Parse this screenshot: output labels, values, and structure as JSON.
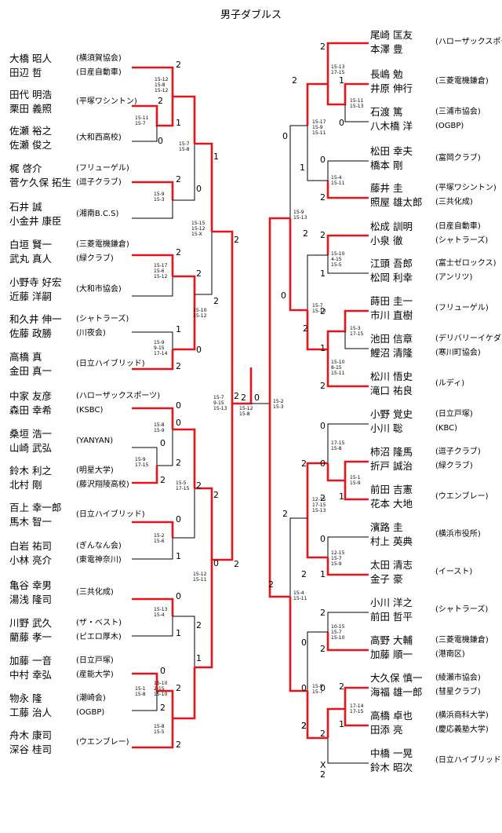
{
  "title": "男子ダブルス",
  "left": [
    {
      "p1": "大橋 昭人",
      "p2": "田辺 哲",
      "aff1": "(横須賀協会)",
      "aff2": "(日産自動車)"
    },
    {
      "p1": "田代 明浩",
      "p2": "栗田 義照",
      "aff": "(平塚ワシントン)"
    },
    {
      "p1": "佐瀬 裕之",
      "p2": "佐瀬 俊之",
      "aff": "(大和西高校)"
    },
    {
      "p1": "梶 啓介",
      "p2": "菅ケ久保 拓生",
      "aff1": "(フリューゲル)",
      "aff2": "(逗子クラブ)"
    },
    {
      "p1": "石井 誠",
      "p2": "小金井 康臣",
      "aff": "(湘南B.C.S)"
    },
    {
      "p1": "白垣 賢一",
      "p2": "武丸 真人",
      "aff1": "(三菱電機鎌倉)",
      "aff2": "(緑クラブ)"
    },
    {
      "p1": "小野寺 好宏",
      "p2": "近藤 洋嗣",
      "aff": "(大和市協会)"
    },
    {
      "p1": "和久井 伸一",
      "p2": "佐藤 政勝",
      "aff1": "(シャトラーズ)",
      "aff2": "(川夜会)"
    },
    {
      "p1": "高橋 真",
      "p2": "金田 真一",
      "aff": "(日立ハイブリッド)"
    },
    {
      "p1": "中家 友彦",
      "p2": "森田 幸希",
      "aff1": "(ハローザックスポーツ)",
      "aff2": "(KSBC)"
    },
    {
      "p1": "桑垣 浩一",
      "p2": "山崎 武弘",
      "aff": "(YANYAN)"
    },
    {
      "p1": "鈴木 利之",
      "p2": "北村 剛",
      "aff1": "(明星大学)",
      "aff2": "(藤沢翔陵高校)"
    },
    {
      "p1": "百上 幸一郎",
      "p2": "馬木 智一",
      "aff": "(日立ハイブリッド)"
    },
    {
      "p1": "白岩 祐司",
      "p2": "小林 亮介",
      "aff1": "(ぎんなん会)",
      "aff2": "(東電神奈川)"
    },
    {
      "p1": "亀谷 幸男",
      "p2": "湯浅 隆司",
      "aff": "(三共化成)"
    },
    {
      "p1": "川野 武久",
      "p2": "藺藤 孝一",
      "aff1": "(ザ・ベスト)",
      "aff2": "(ピエロ厚木)"
    },
    {
      "p1": "加藤 一音",
      "p2": "中村 幸弘",
      "aff1": "(日立戸塚)",
      "aff2": "(産能大学)"
    },
    {
      "p1": "物永 隆",
      "p2": "工藤 治人",
      "aff1": "(潮崎会)",
      "aff2": "(OGBP)"
    },
    {
      "p1": "舟木 康司",
      "p2": "深谷 桂司",
      "aff": "(ウエンブレー)"
    }
  ],
  "right": [
    {
      "p1": "尾崎 匡友",
      "p2": "本澤 豊",
      "aff": "(ハローザックスポーツ)"
    },
    {
      "p1": "長嶋 勉",
      "p2": "井原 伸行",
      "aff": "(三菱電機鎌倉)"
    },
    {
      "p1": "石渡 篤",
      "p2": "八木橋 洋",
      "aff1": "(三浦市協会)",
      "aff2": "(OGBP)"
    },
    {
      "p1": "松田 幸夫",
      "p2": "橋本 剛",
      "aff": "(富岡クラブ)"
    },
    {
      "p1": "藤井 圭",
      "p2": "照屋 雄太郎",
      "aff1": "(平塚ワシントン)",
      "aff2": "(三共化成)"
    },
    {
      "p1": "松成 訓明",
      "p2": "小泉 徹",
      "aff1": "(日産自動車)",
      "aff2": "(シャトラーズ)"
    },
    {
      "p1": "江頭 吾郎",
      "p2": "松岡 利幸",
      "aff1": "(富士ゼロックス)",
      "aff2": "(アンリツ)"
    },
    {
      "p1": "蒔田 圭一",
      "p2": "市川 直樹",
      "aff": "(フリューゲル)"
    },
    {
      "p1": "池田 信章",
      "p2": "鯉沼 清隆",
      "aff1": "(デリバリーイケダ)",
      "aff2": "(寒川町協会)"
    },
    {
      "p1": "松川 悟史",
      "p2": "滝口 祐良",
      "aff": "(ルディ)"
    },
    {
      "p1": "小野 覚史",
      "p2": "小川 聡",
      "aff1": "(日立戸塚)",
      "aff2": "(KBC)"
    },
    {
      "p1": "柿沼 隆馬",
      "p2": "折戸 誠治",
      "aff1": "(逗子クラブ)",
      "aff2": "(緑クラブ)"
    },
    {
      "p1": "前田 吉憲",
      "p2": "花本 大地",
      "aff": "(ウエンブレー)"
    },
    {
      "p1": "濱路 圭",
      "p2": "村上 英典",
      "aff": "(横浜市役所)"
    },
    {
      "p1": "太田 清志",
      "p2": "金子 豪",
      "aff": "(イースト)"
    },
    {
      "p1": "小川 洋之",
      "p2": "前田 哲平",
      "aff": "(シャトラーズ)"
    },
    {
      "p1": "高野 大輔",
      "p2": "加藤 順一",
      "aff1": "(三菱電機鎌倉)",
      "aff2": "(港南区)"
    },
    {
      "p1": "大久保 慎一",
      "p2": "海福 雄一郎",
      "aff1": "(綾瀬市協会)",
      "aff2": "(彗星クラブ)"
    },
    {
      "p1": "高橋 卓也",
      "p2": "田添 亮",
      "aff1": "(横浜商科大学)",
      "aff2": "(慶応義塾大学)"
    },
    {
      "p1": "中橋 一晃",
      "p2": "鈴木 昭次",
      "aff": "(日立ハイブリッド)"
    }
  ],
  "left_nums": {
    "l0": "2",
    "l1": "2",
    "l2": "1",
    "l3": "0",
    "l4": "2",
    "l5": "0",
    "l6": "1",
    "l7": "2",
    "l8": "2",
    "l9": "2",
    "l10": "1",
    "l11": "0",
    "l12": "2",
    "l13": "2",
    "l14": "0",
    "l15": "0",
    "l16": "2",
    "l17": "2",
    "l18": "0",
    "l19": "2",
    "l20": "1",
    "l21": "2",
    "l22": "0",
    "l23": "2",
    "l24": "1",
    "l25": "0",
    "l26": "2",
    "l27": "2",
    "l28": "0",
    "l29": "2",
    "l30": "1",
    "l31": "2",
    "l32": "0",
    "l33": "2"
  },
  "right_nums": {
    "r0": "2",
    "r1": "1",
    "r2": "0",
    "r3": "2",
    "r4": "0",
    "r5": "1",
    "r6": "2",
    "r7": "0",
    "r8": "2",
    "r9": "1",
    "r10": "2",
    "r11": "0",
    "r12": "2",
    "r13": "1",
    "r14": "2",
    "r15": "2",
    "r16": "0",
    "r17": "2",
    "r18": "0",
    "r19": "1",
    "r20": "2",
    "r21": "2",
    "r22": "0",
    "r23": "1",
    "r24": "2",
    "r25": "2",
    "r26": "2",
    "r27": "0",
    "r28": "2",
    "r29": "2",
    "r30": "1",
    "r31": "2",
    "r32": "2",
    "r33": "0",
    "r34": "0",
    "r35": "2",
    "r36": "2",
    "r37": "X"
  },
  "center": {
    "left": "2",
    "right": "0"
  },
  "scores": {
    "a": "15-12\n15-8\n15-12",
    "b": "15-11\n15-7",
    "c": "15-7\n15-8",
    "d": "15-9\n15-3",
    "e": "15-15\n15-12\n15-X",
    "f": "15-17\n15-6\n15-12",
    "g": "15-9\n9-15\n17-14",
    "h": "15-10\n15-12",
    "i": "15-8\n15-9",
    "j": "15-9\n17-15",
    "k": "15-5\n17-15",
    "l": "15-2\n15-6",
    "m": "15-13\n15-4",
    "n": "15-10\n2-15\n15-10",
    "o": "15-1\n15-8",
    "p": "15-8\n15-5",
    "q": "15-12\n15-11",
    "r": "15-7\n9-15\n15-13",
    "s": "15-12\n15-8",
    "t": "15-2\n15-3",
    "u": "15-13\n17-15",
    "v": "15-11\n15-13",
    "w": "15-17\n15-9\n15-11",
    "x": "15-4\n15-11",
    "y": "15-9\n15-13",
    "z": "15-10\n4-15\n15-5",
    "aa": "15-7\n15-13",
    "ab": "15-3\n17-15",
    "ac": "15-10\n8-15\n15-11",
    "ad": "17-15\n15-8",
    "ae": "15-1\n15-9",
    "af": "12-15\n17-15\n15-13",
    "ag": "12-15\n15-7\n15-9",
    "ah": "15-4\n15-11",
    "ai": "10-15\n15-7\n15-10",
    "aj": "15-9\n15-7",
    "ak": "17-14\n17-15"
  }
}
